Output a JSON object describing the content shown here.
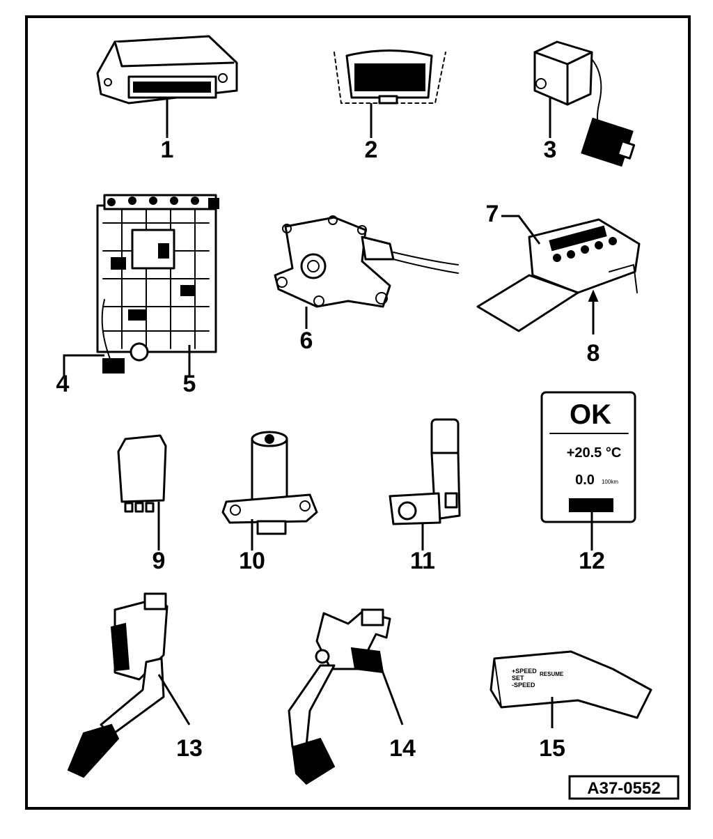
{
  "figure_code": "A37-0552",
  "display": {
    "status": "OK",
    "temperature": "+20.5 °C",
    "value": "0.0",
    "unit": "100km"
  },
  "lever_text": {
    "line1": "+SPEED",
    "line2": "SET",
    "line3": "-SPEED",
    "line4": "RESUME"
  },
  "labels": [
    "1",
    "2",
    "3",
    "4",
    "5",
    "6",
    "7",
    "8",
    "9",
    "10",
    "11",
    "12",
    "13",
    "14",
    "15"
  ]
}
